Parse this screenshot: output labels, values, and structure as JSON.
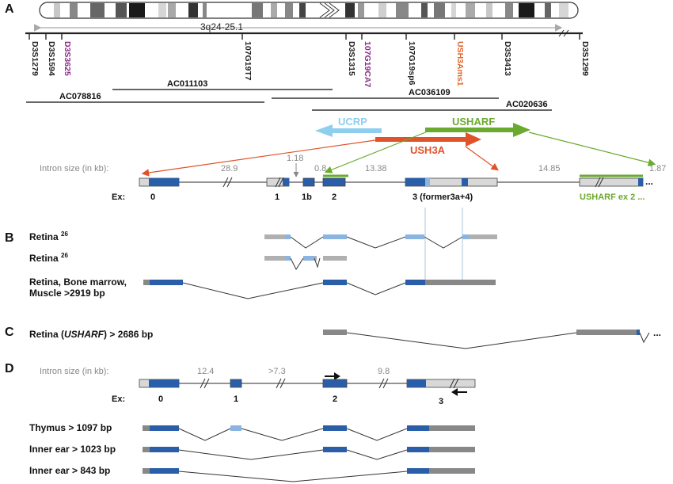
{
  "panels": {
    "a": "A",
    "b": "B",
    "c": "C",
    "d": "D"
  },
  "chromosome": {
    "region": "3q24-25.1"
  },
  "markers": [
    {
      "label": "D3S1279",
      "color": "#222222"
    },
    {
      "label": "D3S1594",
      "color": "#222222"
    },
    {
      "label": "D3S3625",
      "color": "#8b2a8c"
    },
    {
      "label": "107G19T7",
      "color": "#222222"
    },
    {
      "label": "D3S1315",
      "color": "#222222"
    },
    {
      "label": "107G19CA7",
      "color": "#8b2a8c"
    },
    {
      "label": "107G19sp6",
      "color": "#222222"
    },
    {
      "label": "USH3Ams1",
      "color": "#e0642a"
    },
    {
      "label": "D3S3413",
      "color": "#222222"
    },
    {
      "label": "D3S1299",
      "color": "#222222"
    }
  ],
  "clones": [
    {
      "label": "AC011103"
    },
    {
      "label": "AC078816"
    },
    {
      "label": "AC036109"
    },
    {
      "label": "AC020636"
    }
  ],
  "genes": {
    "ucrp": {
      "label": "UCRP",
      "color": "#8ecff0"
    },
    "usharf": {
      "label": "USHARF",
      "color": "#6aaa2e"
    },
    "ush3a": {
      "label": "USH3A",
      "color": "#e0522a"
    }
  },
  "gene_model_a": {
    "intron_title": "Intron size (in kb):",
    "introns": [
      "28.9",
      "1.18",
      "0.8",
      "13.38",
      "14.85",
      "1.87"
    ],
    "ex_label": "Ex:",
    "exons": [
      "0",
      "1",
      "1b",
      "2",
      "3 (former3a+4)"
    ],
    "usharf_exon": "USHARF ex 2 ...",
    "ellipsis": "..."
  },
  "panel_b": {
    "rows": [
      {
        "label": "Retina",
        "sup": "26"
      },
      {
        "label": "Retina",
        "sup": "26"
      },
      {
        "label": "Retina, Bone marrow,",
        "label2": "Muscle >2919 bp"
      }
    ]
  },
  "panel_c": {
    "label_pre": "Retina (",
    "label_em": "USHARF",
    "label_post": ") > 2686 bp",
    "ellipsis": "..."
  },
  "panel_d": {
    "intron_title": "Intron size (in kb):",
    "introns": [
      "12.4",
      ">7.3",
      "9.8"
    ],
    "ex_label": "Ex:",
    "exons": [
      "0",
      "1",
      "2",
      "3"
    ],
    "rows": [
      {
        "label": "Thymus  > 1097 bp"
      },
      {
        "label": "Inner ear > 1023 bp"
      },
      {
        "label": "Inner ear > 843 bp"
      }
    ]
  },
  "colors": {
    "exon_dark": "#2b5ea8",
    "exon_light": "#8ab4e2",
    "utr": "#888888",
    "utr_light": "#b0b0b0",
    "box_fill": "#d8d8d8",
    "line": "#555555",
    "grid_line": "#a8c4d8"
  }
}
